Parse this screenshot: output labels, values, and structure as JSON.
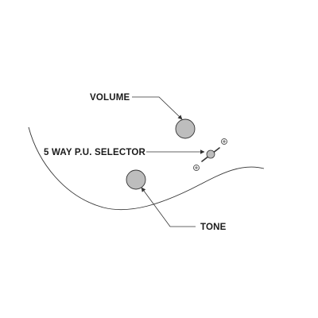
{
  "labels": {
    "volume": "VOLUME",
    "selector": "5 WAY P.U. SELECTOR",
    "tone": "TONE"
  },
  "colors": {
    "outline": "#333333",
    "knob_fill": "#bdbdbd",
    "text": "#1a1a1a",
    "background": "#ffffff"
  }
}
